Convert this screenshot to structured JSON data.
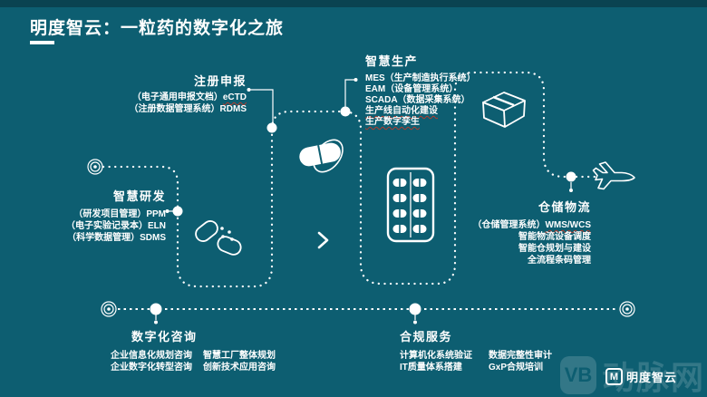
{
  "title": "明度智云：一粒药的数字化之旅",
  "colors": {
    "background": "#0d5e71",
    "accent_red": "#b23c2e",
    "line": "#ffffff"
  },
  "sections": {
    "rd": {
      "heading": "智慧研发",
      "items": [
        "（研发项目管理）PPM",
        "（电子实验记录本）ELN",
        "（科学数据管理）SDMS"
      ]
    },
    "reg": {
      "heading": "注册申报",
      "item1_prefix": "（电子通用申报文档）",
      "item1_code": "eCTD",
      "item2": "（注册数据管理系统）RDMS"
    },
    "prod": {
      "heading": "智慧生产",
      "items": [
        "MES（生产制造执行系统）",
        "EAM（设备管理系统）",
        "SCADA（数据采集系统）",
        "生产线自动化建设",
        "生产数字孪生"
      ]
    },
    "logistics": {
      "heading": "仓储物流",
      "item1_prefix": "（仓储管理系统）",
      "item1_code": "WMS/WCS",
      "items": [
        "智能物流设备调度",
        "智能仓规划与建设",
        "全流程条码管理"
      ]
    },
    "consulting": {
      "heading": "数字化咨询",
      "col1": [
        "企业信息化规划咨询",
        "企业数字化转型咨询"
      ],
      "col2": [
        "智慧工厂整体规划",
        "创新技术应用咨询"
      ]
    },
    "compliance": {
      "heading": "合规服务",
      "col1": [
        "计算机化系统验证",
        "IT质量体系搭建"
      ],
      "col2": [
        "数据完整性审计",
        "GxP合规培训"
      ]
    }
  },
  "icons": {
    "start_marker": "bullseye",
    "open_capsule": "open-capsule-spilling-pills",
    "capsule": "capsule-pill",
    "chevron": "chevron-right",
    "blister": "blister-pack",
    "box": "shipping-carton",
    "plane": "airplane",
    "logo_badge": "M",
    "watermark_badge": "VB"
  },
  "logos": {
    "mingdu_badge": "M",
    "mingdu": "明度智云",
    "watermark_badge": "VB",
    "watermark": "动脉网"
  }
}
